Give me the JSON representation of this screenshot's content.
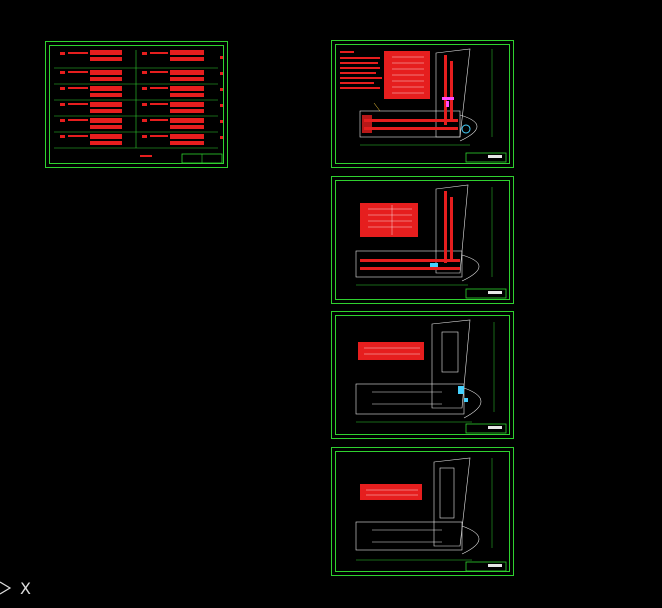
{
  "app": {
    "canvas_background": "#000000",
    "frame_color": "#2fd12f",
    "fill_color": "#e61e1e"
  },
  "ucs": {
    "axis_label": "X",
    "icon": "ucs-axis-icon"
  },
  "sheets": [
    {
      "id": "system-diagram-sheet"
    },
    {
      "id": "floor-plan-1-sheet"
    },
    {
      "id": "floor-plan-2-sheet"
    },
    {
      "id": "floor-plan-3-sheet"
    },
    {
      "id": "floor-plan-4-sheet"
    }
  ]
}
